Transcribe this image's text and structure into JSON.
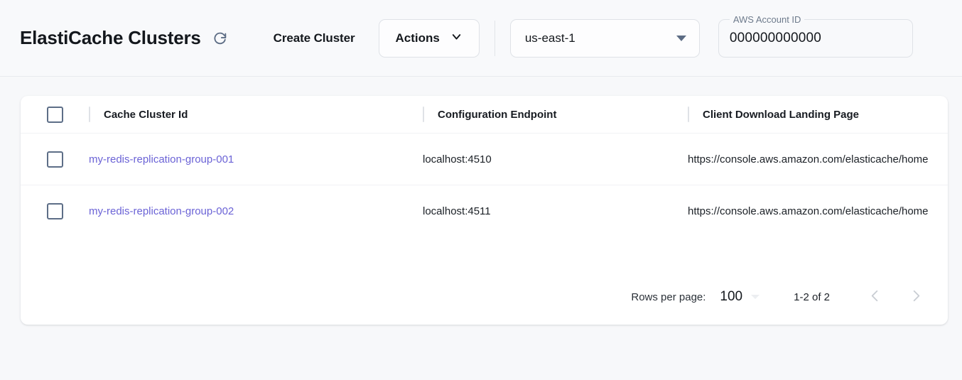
{
  "header": {
    "title": "ElastiCache Clusters",
    "refresh_icon": "refresh-icon",
    "create_label": "Create Cluster",
    "actions_label": "Actions",
    "actions_icon": "chevron-down-icon",
    "region": {
      "value": "us-east-1",
      "caret_icon": "caret-down-icon"
    },
    "account": {
      "label": "AWS Account ID",
      "value": "000000000000"
    }
  },
  "table": {
    "select_all_name": "select-all-checkbox",
    "columns": [
      "Cache Cluster Id",
      "Configuration Endpoint",
      "Client Download Landing Page"
    ],
    "rows": [
      {
        "cluster_id": "my-redis-replication-group-001",
        "endpoint": "localhost:4510",
        "landing_page": "https://console.aws.amazon.com/elasticache/home"
      },
      {
        "cluster_id": "my-redis-replication-group-002",
        "endpoint": "localhost:4511",
        "landing_page": "https://console.aws.amazon.com/elasticache/home"
      }
    ]
  },
  "pagination": {
    "rows_per_page_label": "Rows per page:",
    "rows_per_page_value": "100",
    "range_label": "1-2 of 2",
    "prev_icon": "chevron-left-icon",
    "next_icon": "chevron-right-icon"
  },
  "colors": {
    "link": "#6b63d6",
    "page_bg": "#f7f8fa",
    "card_bg": "#ffffff",
    "checkbox_border": "#5d6e87"
  }
}
